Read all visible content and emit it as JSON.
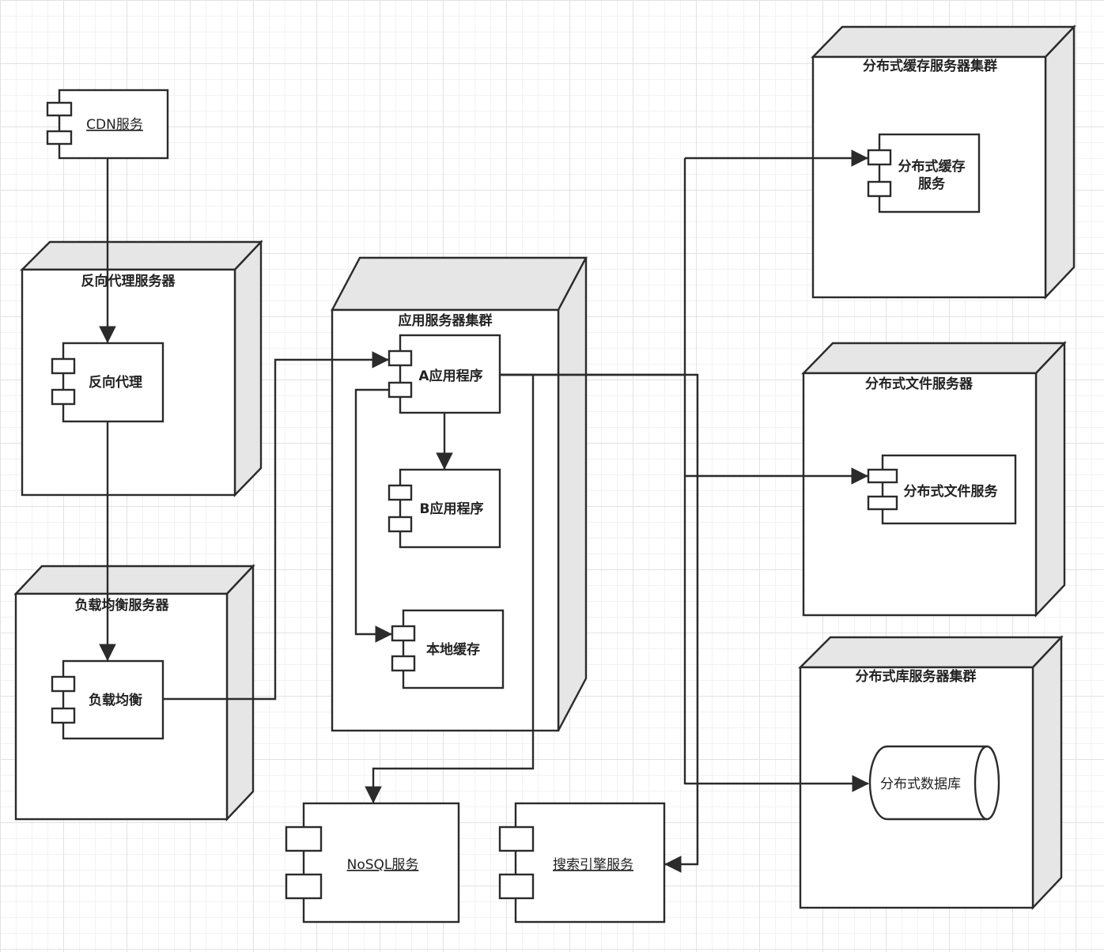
{
  "nodes": {
    "reverse_proxy_server": "反向代理服务器",
    "load_balancer_server": "负载均衡服务器",
    "app_server_cluster": "应用服务器集群",
    "cache_cluster": "分布式缓存服务器集群",
    "file_server": "分布式文件服务器",
    "db_cluster": "分布式库服务器集群"
  },
  "components": {
    "cdn": "CDN服务",
    "reverse_proxy": "反向代理",
    "load_balance": "负载均衡",
    "app_a": "A应用程序",
    "app_b": "B应用程序",
    "local_cache": "本地缓存",
    "cache_line1": "分布式缓存",
    "cache_line2": "服务",
    "file_service": "分布式文件服务",
    "database": "分布式数据库",
    "nosql": "NoSQL服务",
    "search": "搜索引擎服务"
  },
  "colors": {
    "stroke": "#2b2b2b",
    "node_side": "#e6e6e6",
    "background": "#ffffff",
    "grid": "#e2e2e2"
  }
}
